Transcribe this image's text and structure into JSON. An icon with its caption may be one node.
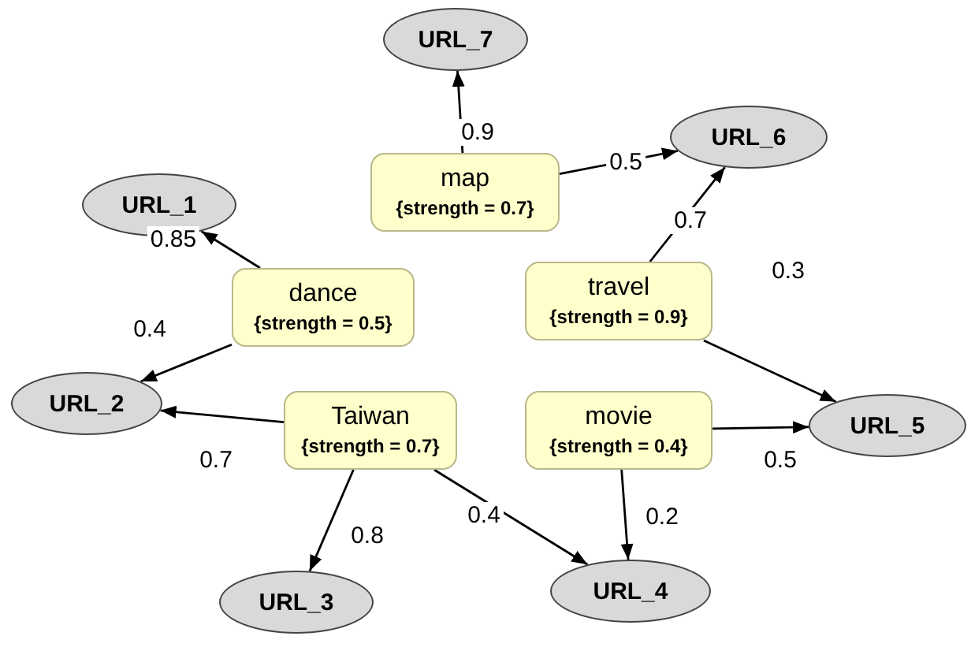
{
  "diagram": {
    "nodes": [
      {
        "text": [
          "URL_7"
        ]
      },
      {
        "text": [
          "URL_1"
        ]
      },
      {
        "text": [
          "URL_6"
        ]
      },
      {
        "text": [
          "map",
          "{strength = 0.7}"
        ]
      },
      {
        "text": [
          "dance",
          "{strength = 0.5}"
        ]
      },
      {
        "text": [
          "travel",
          "{strength = 0.9}"
        ]
      },
      {
        "text": [
          "URL_2"
        ]
      },
      {
        "text": [
          "Taiwan",
          "{strength = 0.7}"
        ]
      },
      {
        "text": [
          "movie",
          "{strength = 0.4}"
        ]
      },
      {
        "text": [
          "URL_5"
        ]
      },
      {
        "text": [
          "URL_3"
        ]
      },
      {
        "text": [
          "URL_4"
        ]
      }
    ],
    "edges": [
      {
        "from": 3,
        "to": 0,
        "arrow": "to",
        "label": "0.9"
      },
      {
        "from": 3,
        "to": 2,
        "arrow": "to",
        "label": "0.5"
      },
      {
        "from": 5,
        "to": 2,
        "arrow": "to",
        "label": "0.7"
      },
      {
        "from": 5,
        "to": 9,
        "arrow": "to",
        "label": "0.3"
      },
      {
        "from": 8,
        "to": 9,
        "arrow": "to",
        "label": "0.5"
      },
      {
        "from": 8,
        "to": 11,
        "arrow": "to",
        "label": "0.2"
      },
      {
        "from": 4,
        "to": 1,
        "arrow": "to",
        "label": "0.85"
      },
      {
        "from": 4,
        "to": 6,
        "arrow": "to",
        "label": "0.4"
      },
      {
        "from": 7,
        "to": 6,
        "arrow": "to",
        "label": "0.7"
      },
      {
        "from": 7,
        "to": 10,
        "arrow": "to",
        "label": "0.8"
      },
      {
        "from": 7,
        "to": 11,
        "arrow": "to",
        "label": "0.4"
      }
    ]
  }
}
